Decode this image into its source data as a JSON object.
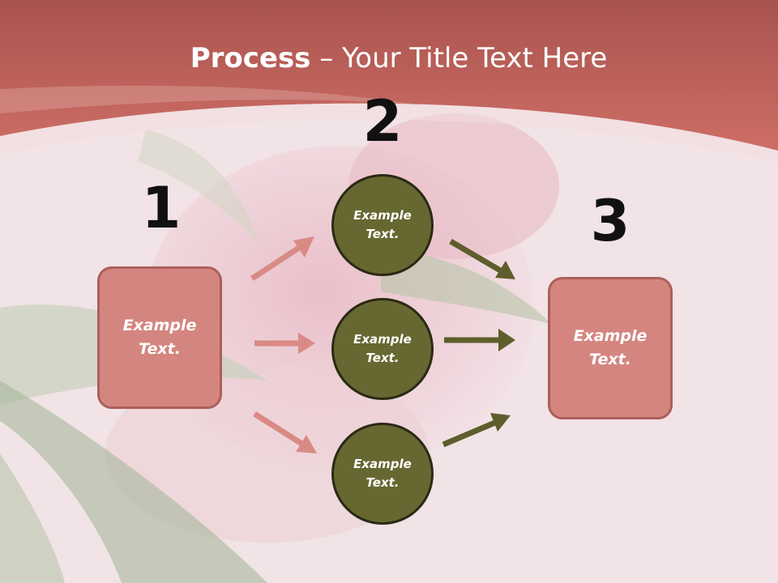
{
  "title": {
    "bold": "Process",
    "rest": " – Your Title Text Here"
  },
  "steps": [
    {
      "number": "1",
      "text": "Example Text."
    },
    {
      "number": "2",
      "items": [
        "Example Text.",
        "Example Text.",
        "Example Text."
      ]
    },
    {
      "number": "3",
      "text": "Example Text."
    }
  ],
  "colors": {
    "box_fill": "#d4857f",
    "box_border": "#ac5f5a",
    "circle_fill": "#676731",
    "circle_border": "#2a2a14",
    "arrow_pink": "#d98a84",
    "arrow_olive": "#5e5e2c",
    "header_band": "#c7665f"
  }
}
